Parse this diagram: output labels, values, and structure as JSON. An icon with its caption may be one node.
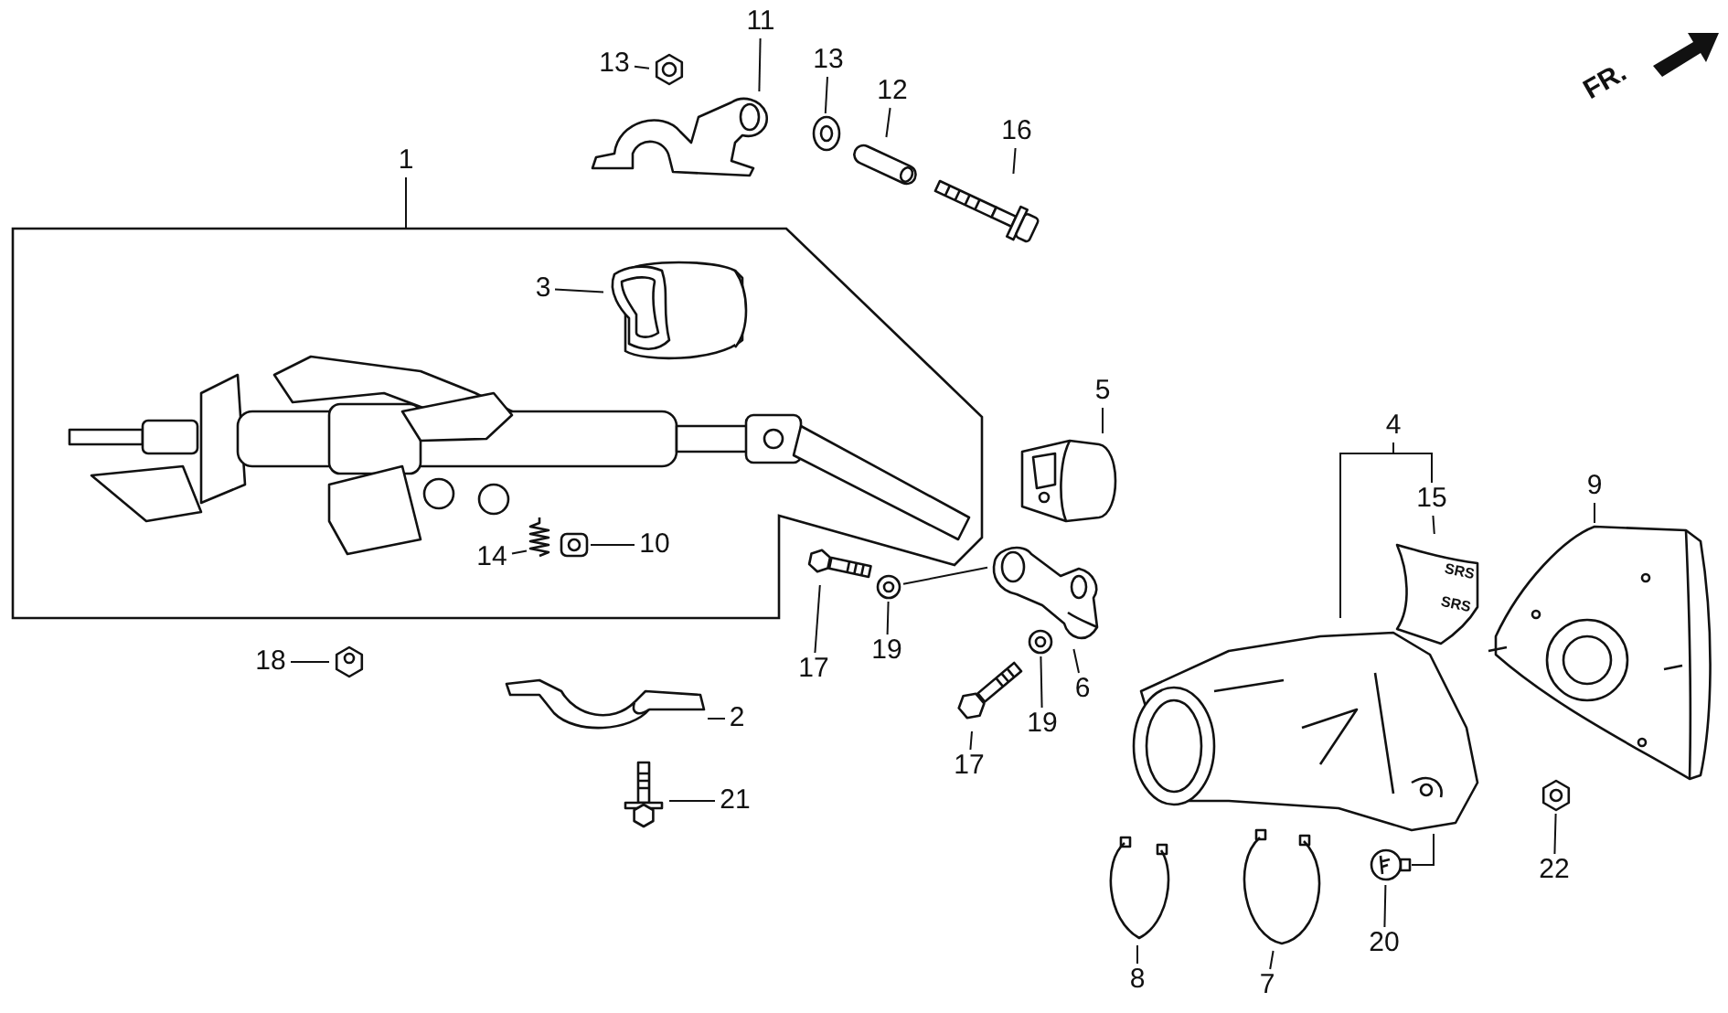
{
  "diagram": {
    "nodes": [
      {
        "text": [],
        "shape": "box"
      },
      {
        "text": [
          "11"
        ]
      },
      {
        "text": [
          "13"
        ]
      },
      {
        "text": [
          "13"
        ]
      },
      {
        "text": [
          "12"
        ]
      },
      {
        "text": [
          "16"
        ]
      },
      {
        "text": [
          "1"
        ]
      },
      {
        "text": [
          "3"
        ],
        "in": 0
      },
      {
        "text": [
          "5"
        ]
      },
      {
        "text": [
          "4"
        ]
      },
      {
        "text": [
          "15"
        ]
      },
      {
        "text": [
          "9"
        ]
      },
      {
        "text": [
          "14"
        ],
        "in": 0
      },
      {
        "text": [
          "10"
        ],
        "in": 0
      },
      {
        "text": [
          "17"
        ]
      },
      {
        "text": [
          "19"
        ]
      },
      {
        "text": [
          "6"
        ]
      },
      {
        "text": [
          "18"
        ]
      },
      {
        "text": [
          "2"
        ]
      },
      {
        "text": [
          "19"
        ]
      },
      {
        "text": [
          "17"
        ]
      },
      {
        "text": [
          "21"
        ]
      },
      {
        "text": [
          "22"
        ]
      },
      {
        "text": [
          "20"
        ]
      },
      {
        "text": [
          "8"
        ]
      },
      {
        "text": [
          "7"
        ]
      },
      {
        "text": [],
        "shape": "picture"
      },
      {
        "text": [],
        "shape": "picture"
      },
      {
        "text": [],
        "shape": "picture"
      },
      {
        "text": [],
        "shape": "picture"
      },
      {
        "text": [],
        "shape": "picture"
      },
      {
        "text": [],
        "shape": "picture",
        "in": 0
      },
      {
        "text": [],
        "shape": "picture"
      },
      {
        "text": [],
        "shape": "picture",
        "in": 0
      },
      {
        "text": [],
        "shape": "picture",
        "in": 0
      },
      {
        "text": [],
        "shape": "picture"
      },
      {
        "text": [],
        "shape": "picture"
      },
      {
        "text": [],
        "shape": "picture"
      },
      {
        "text": [],
        "shape": "picture"
      },
      {
        "text": [],
        "shape": "picture"
      },
      {
        "text": [],
        "shape": "picture"
      },
      {
        "text": [],
        "shape": "picture"
      },
      {
        "text": [],
        "shape": "picture"
      },
      {
        "text": [],
        "shape": "picture"
      },
      {
        "text": [
          "SRS",
          "SRS"
        ]
      },
      {
        "text": [],
        "shape": "picture"
      },
      {
        "text": [],
        "shape": "picture"
      },
      {
        "text": [],
        "shape": "picture"
      },
      {
        "text": [],
        "shape": "picture"
      },
      {
        "text": [],
        "shape": "picture"
      }
    ],
    "edges": [
      {
        "from": 1,
        "to": 26,
        "arrow": "none"
      },
      {
        "from": 2,
        "to": 27,
        "arrow": "none"
      },
      {
        "from": 3,
        "to": 28,
        "arrow": "none"
      },
      {
        "from": 4,
        "to": 29,
        "arrow": "none"
      },
      {
        "from": 5,
        "to": 30,
        "arrow": "none"
      },
      {
        "from": 6,
        "to": 0,
        "arrow": "none"
      },
      {
        "from": 7,
        "to": 31,
        "arrow": "none"
      },
      {
        "from": 8,
        "to": 32,
        "arrow": "none"
      },
      {
        "from": 9,
        "to": 43,
        "arrow": "none"
      },
      {
        "from": 9,
        "to": 10,
        "arrow": "none"
      },
      {
        "from": 10,
        "to": 44,
        "arrow": "none"
      },
      {
        "from": 11,
        "to": 45,
        "arrow": "none"
      },
      {
        "from": 12,
        "to": 33,
        "arrow": "none"
      },
      {
        "from": 13,
        "to": 34,
        "arrow": "none"
      },
      {
        "from": 14,
        "to": 35,
        "arrow": "none"
      },
      {
        "from": 15,
        "to": 36,
        "arrow": "none"
      },
      {
        "from": 36,
        "to": 37,
        "arrow": "none"
      },
      {
        "from": 16,
        "to": 37,
        "arrow": "none"
      },
      {
        "from": 17,
        "to": 38,
        "arrow": "none"
      },
      {
        "from": 18,
        "to": 39,
        "arrow": "none"
      },
      {
        "from": 19,
        "to": 40,
        "arrow": "none"
      },
      {
        "from": 20,
        "to": 41,
        "arrow": "none"
      },
      {
        "from": 21,
        "to": 42,
        "arrow": "none"
      },
      {
        "from": 22,
        "to": 46,
        "arrow": "none"
      },
      {
        "from": 23,
        "to": 47,
        "arrow": "none"
      },
      {
        "from": 47,
        "to": 43,
        "arrow": "none"
      },
      {
        "from": 24,
        "to": 48,
        "arrow": "none"
      },
      {
        "from": 25,
        "to": 49,
        "arrow": "none"
      }
    ],
    "labels": [
      "FR."
    ]
  }
}
